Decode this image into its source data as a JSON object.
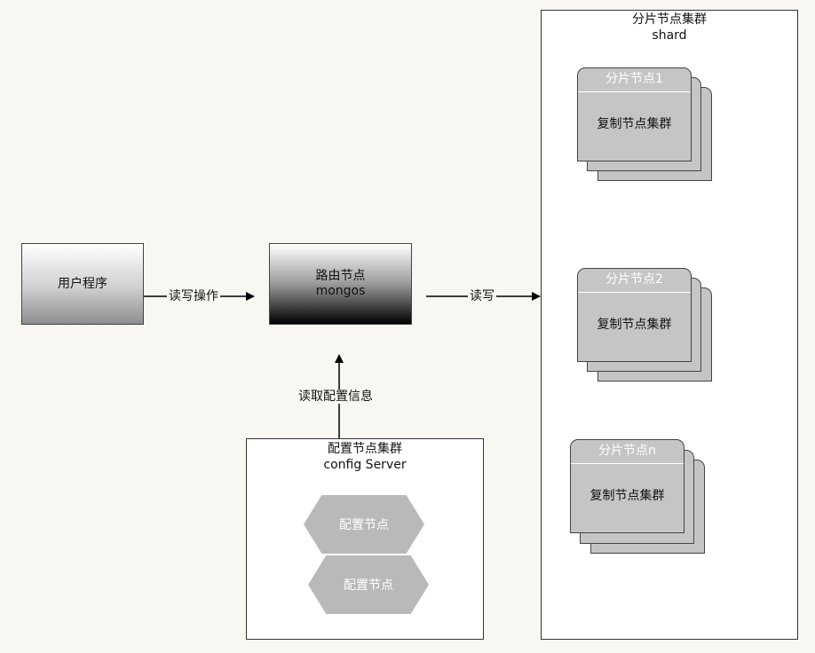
{
  "user_program": {
    "label": "用户程序"
  },
  "router": {
    "label": "路由节点",
    "sublabel": "mongos"
  },
  "edges": {
    "user_to_router": "读写操作",
    "router_to_shard": "读写",
    "config_to_router": "读取配置信息"
  },
  "config_cluster": {
    "title": "配置节点集群",
    "subtitle": "config Server",
    "nodes": [
      "配置节点",
      "配置节点"
    ]
  },
  "shard_cluster": {
    "title": "分片节点集群",
    "subtitle": "shard",
    "shards": [
      {
        "name": "分片节点1",
        "body": "复制节点集群"
      },
      {
        "name": "分片节点2",
        "body": "复制节点集群"
      },
      {
        "name": "分片节点n",
        "body": "复制节点集群"
      }
    ]
  }
}
